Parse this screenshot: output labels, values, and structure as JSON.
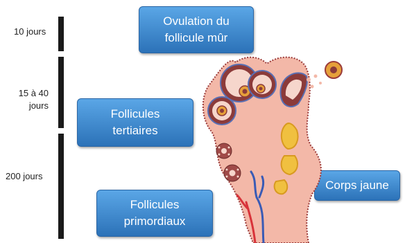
{
  "durations": [
    {
      "label": "10 jours"
    },
    {
      "label": "15 à 40\njours"
    },
    {
      "label": "200 jours"
    }
  ],
  "callouts": {
    "ovulation": {
      "line1": "Ovulation du",
      "line2": "follicule mûr"
    },
    "tertiaires": {
      "line1": "Follicules",
      "line2": "tertiaires"
    },
    "primordiaux": {
      "line1": "Follicules",
      "line2": "primordiaux"
    },
    "corps_jaune": {
      "line1": "Corps jaune"
    }
  },
  "colors": {
    "bubble_top": "#5aa6e6",
    "bubble_bottom": "#2c72b8",
    "ovary_fill": "#f3b8a8",
    "ovary_outline": "#9b3b3a",
    "corpus_luteum": "#f0c040"
  }
}
